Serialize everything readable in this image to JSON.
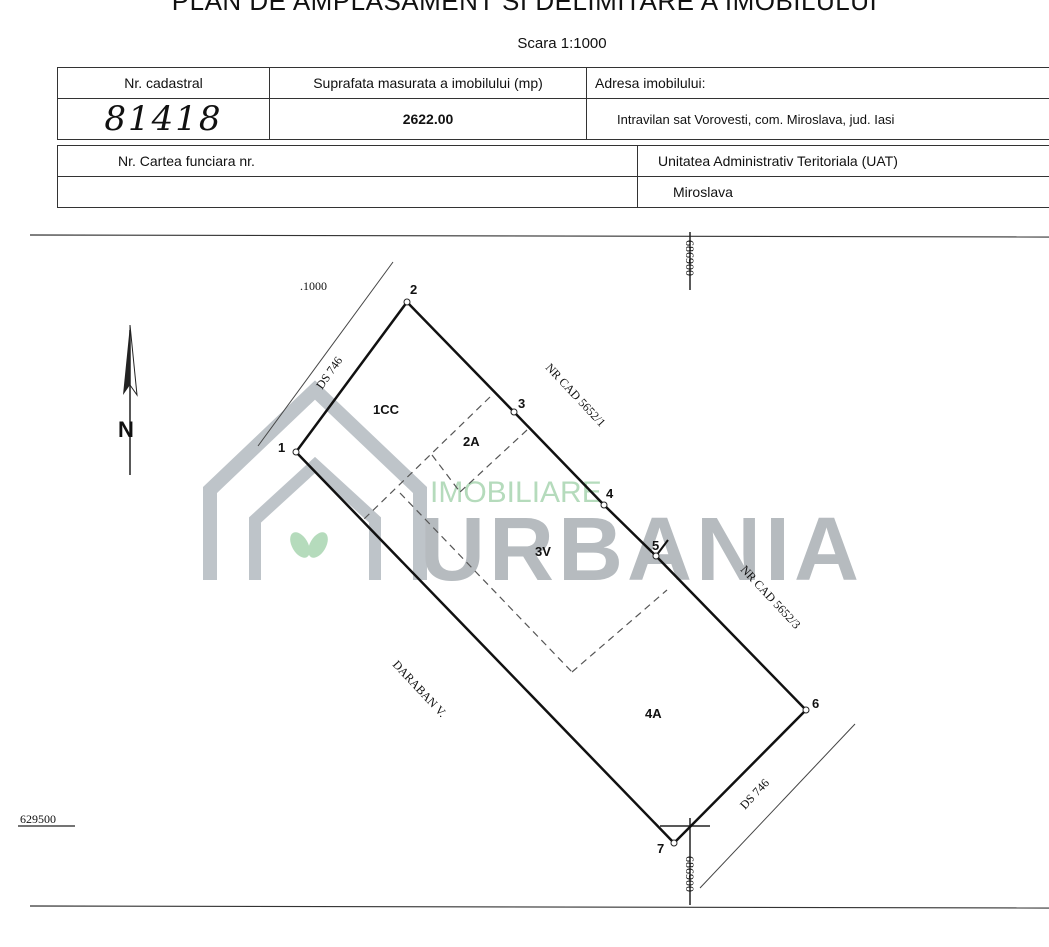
{
  "header": {
    "title": "PLAN DE AMPLASAMENT SI DELIMITARE A IMOBILULUI",
    "scale": "Scara 1:1000"
  },
  "table": {
    "cadastral_label": "Nr. cadastral",
    "cadastral_value": "81418",
    "area_label": "Suprafata masurata a imobilului (mp)",
    "area_value": "2622.00",
    "address_label": "Adresa imobilului:",
    "address_value": "Intravilan sat Vorovesti, com. Miroslava, jud. Iasi",
    "cf_label": "Nr. Cartea funciara nr.",
    "cf_value": "",
    "uat_label": "Unitatea Administrativ Teritoriala (UAT)",
    "uat_value": "Miroslava"
  },
  "plan": {
    "scale_mark": ".1000",
    "north": "N",
    "grid_top": "686900",
    "grid_bottom": "686900",
    "grid_left": "629500",
    "points": [
      "1",
      "2",
      "3",
      "4",
      "5",
      "6",
      "7"
    ],
    "parcels": [
      "1CC",
      "2A",
      "3V",
      "4A"
    ],
    "neighbors": {
      "road_top": "DS 746",
      "road_bottom": "DS 746",
      "ne_top": "NR CAD 5652/1",
      "ne_bottom": "NR CAD 5652/3",
      "sw": "DARABAN V."
    }
  },
  "watermark": {
    "line1": "IMOBILIARE",
    "line2": "URBANIA",
    "color_gray": "#a9afb4",
    "color_green": "#a8d5b0"
  }
}
